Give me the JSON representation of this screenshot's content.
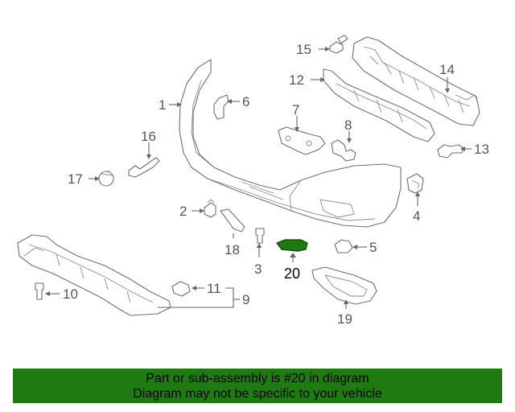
{
  "callouts": {
    "c1": "1",
    "c2": "2",
    "c3": "3",
    "c4": "4",
    "c5": "5",
    "c6": "6",
    "c7": "7",
    "c8": "8",
    "c9": "9",
    "c10": "10",
    "c11": "11",
    "c12": "12",
    "c13": "13",
    "c14": "14",
    "c15": "15",
    "c16": "16",
    "c17": "17",
    "c18": "18",
    "c19": "19",
    "c20": "20"
  },
  "highlighted_part": "20",
  "colors": {
    "highlight_part": "#1f7a12",
    "banner_background": "#1f7a12",
    "line_art": "#6f6f6f"
  },
  "banner": {
    "line1": "Part or sub-assembly is #20 in diagram",
    "line2": "Diagram may not be specific to your vehicle"
  }
}
